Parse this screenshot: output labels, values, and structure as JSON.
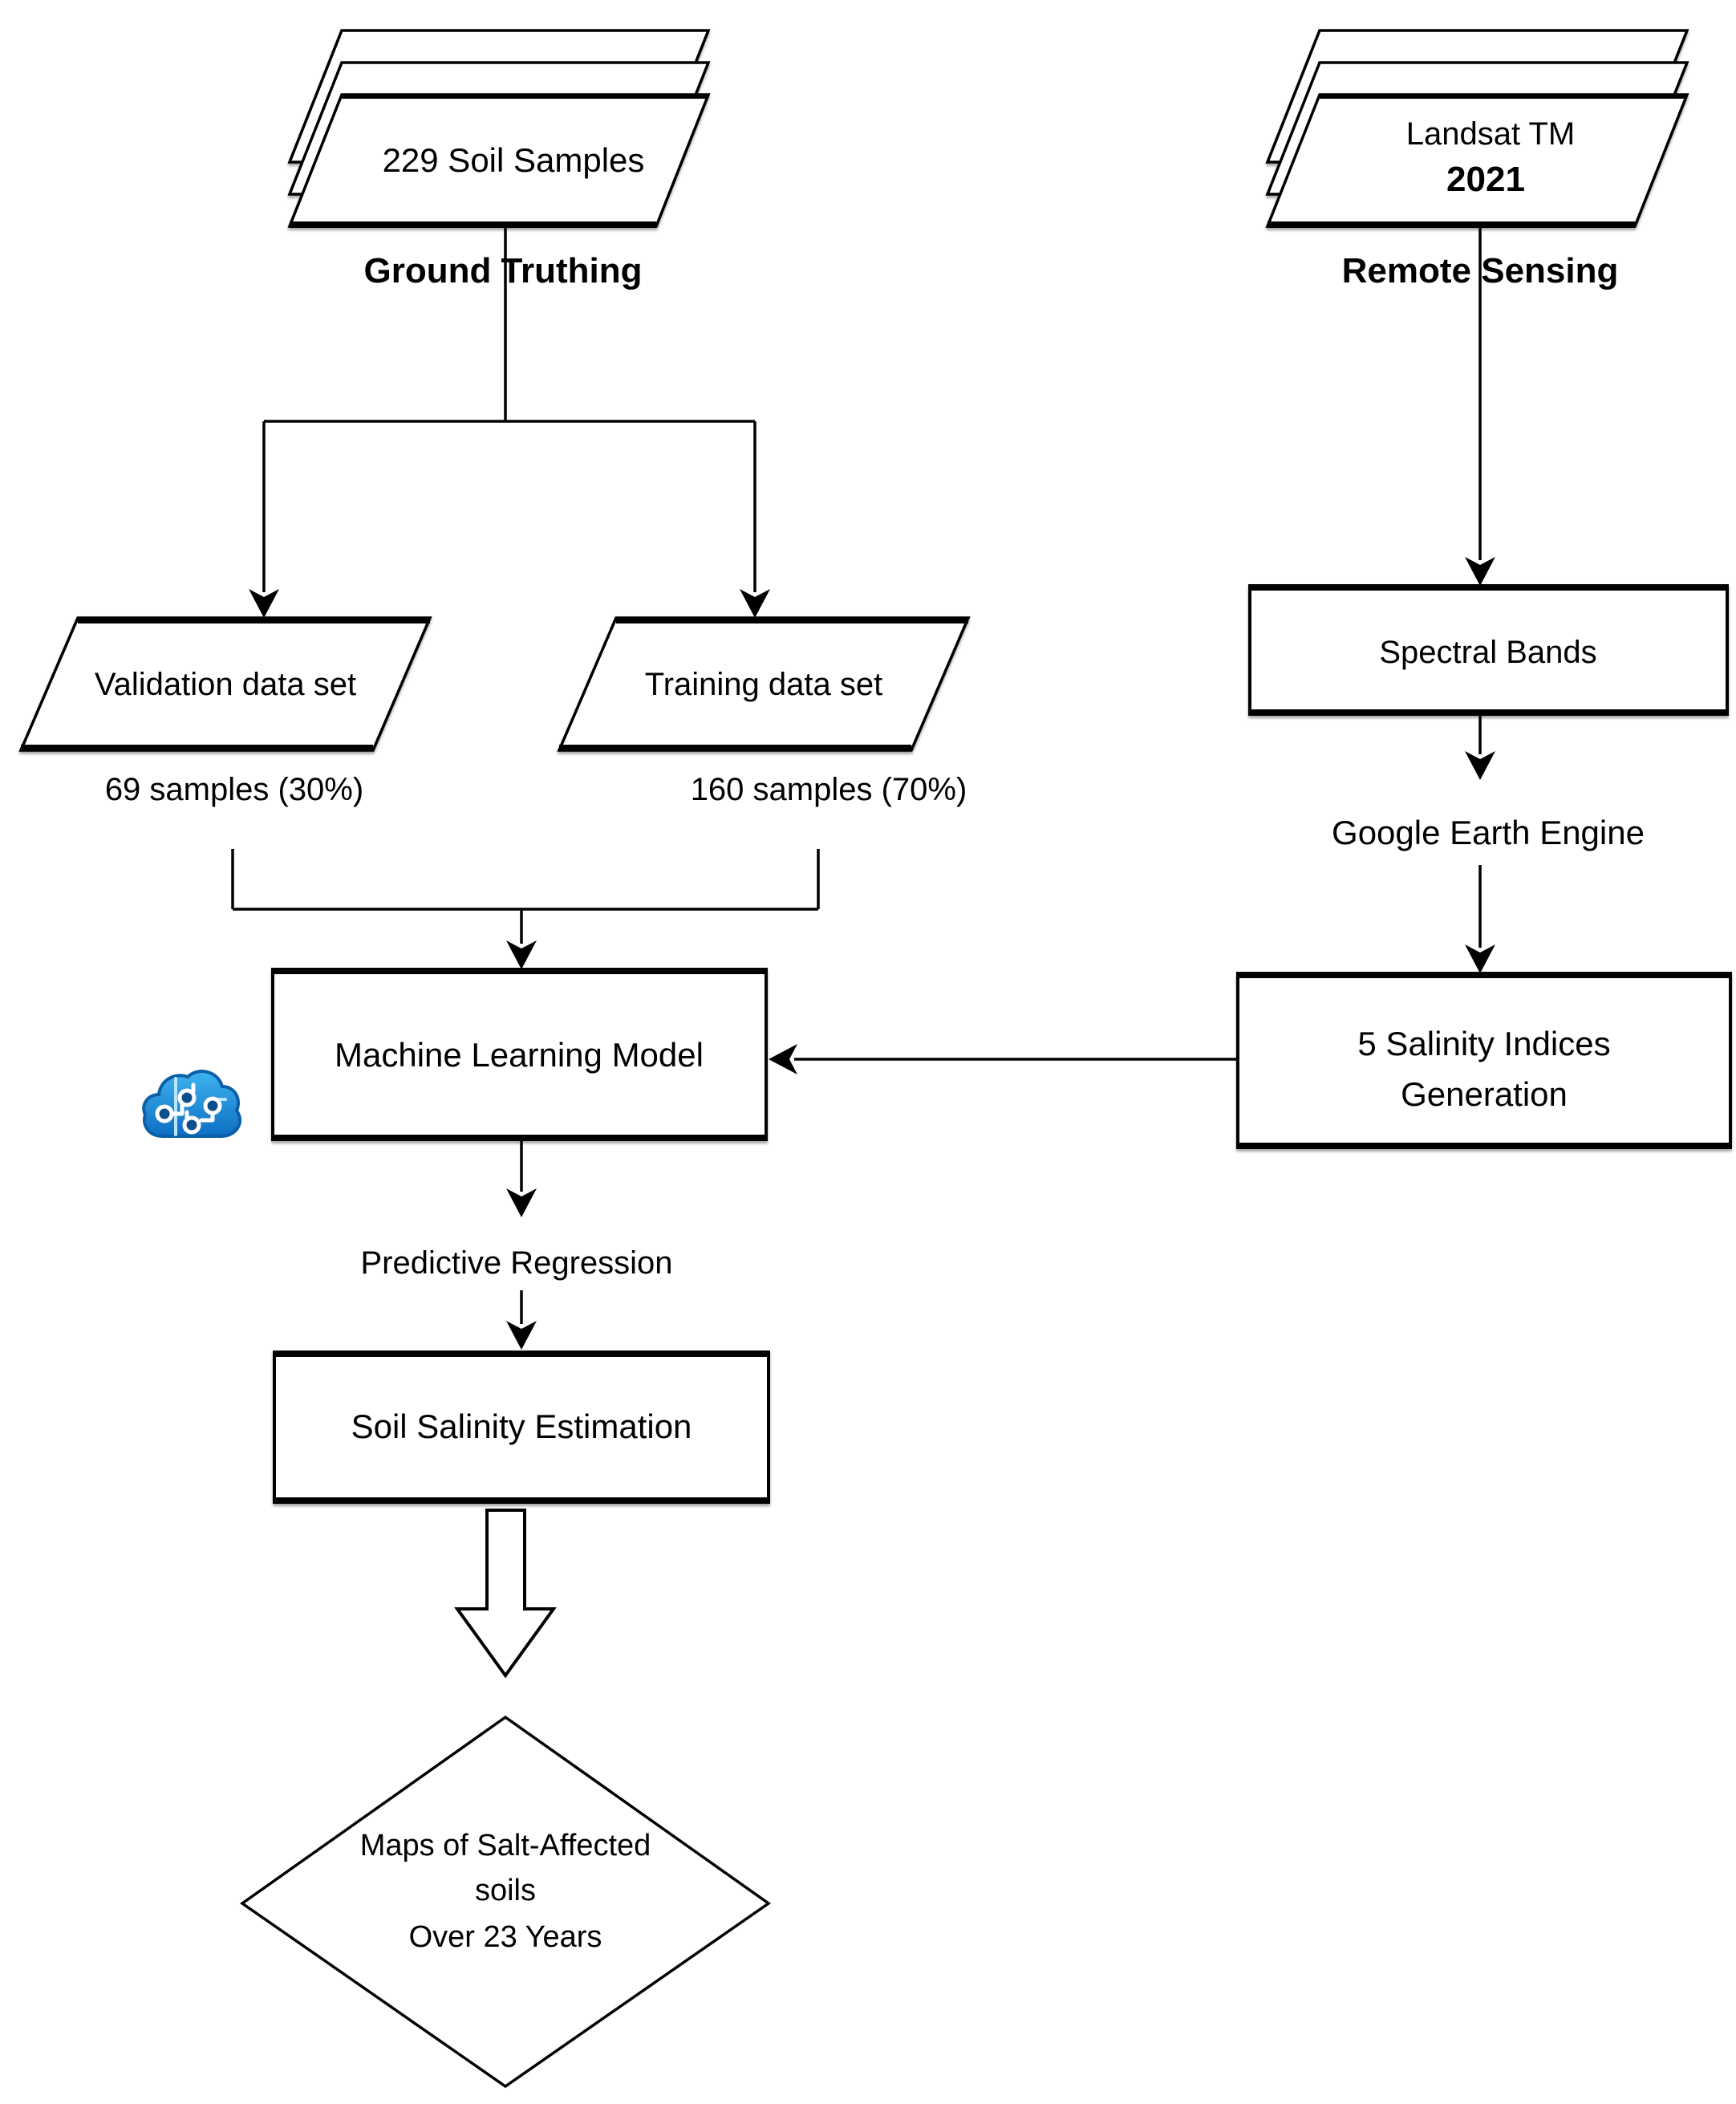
{
  "figure": {
    "title": "Soil salinity mapping workflow flowchart",
    "nodes": {
      "soil_stack_label": "229 Soil Samples",
      "ground_truthing_caption": "Ground Truthing",
      "landsat_line1": "Landsat TM",
      "landsat_line2": "2021",
      "remote_sensing_caption": "Remote Sensing",
      "validation_label": "Validation data set",
      "validation_samples": "69 samples (30%)",
      "training_label": "Training data set",
      "training_samples": "160 samples (70%)",
      "ml_model_label": "Machine Learning Model",
      "spectral_bands_label": "Spectral Bands",
      "google_earth_engine_label": "Google Earth Engine",
      "salinity_indices_line1": "5 Salinity Indices",
      "salinity_indices_line2": "Generation",
      "predictive_regression_label": "Predictive Regression",
      "soil_salinity_estimation_label": "Soil Salinity Estimation",
      "diamond_line1": "Maps of Salt-Affected",
      "diamond_line2": "soils",
      "diamond_line3": "Over 23 Years"
    },
    "icons": {
      "ai_cloud": "ai-cloud-icon"
    },
    "colors": {
      "outline": "#000000",
      "background": "#ffffff",
      "stack_fill_top": "#ececec",
      "stack_fill_mid": "#fafafa",
      "stack_fill_bottom": "#dcdcdc",
      "cloud_blue_light": "#3fb3f0",
      "cloud_blue_dark": "#0d6ec2",
      "cloud_outline": "#0b5ea8",
      "circuit_white": "#ffffff"
    }
  }
}
